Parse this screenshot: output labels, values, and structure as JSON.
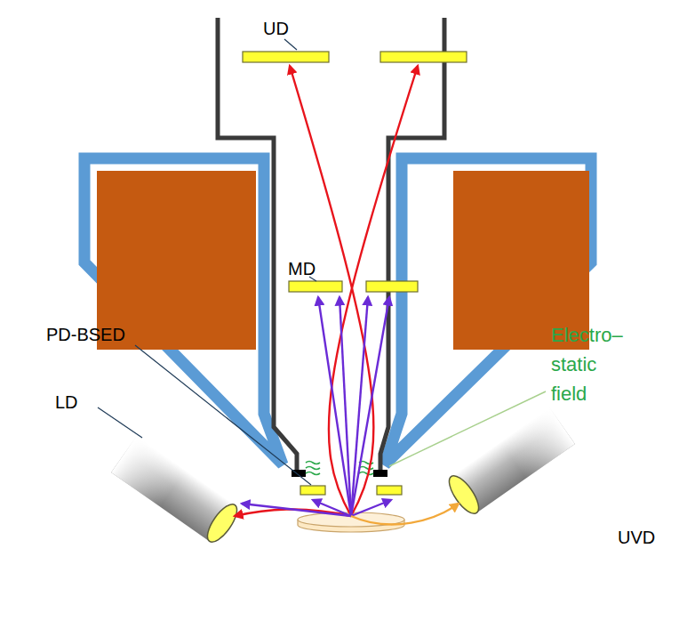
{
  "diagram": {
    "labels": [
      "UD",
      "MD",
      "PD-BSED",
      "LD",
      "UVD",
      "Electro– static field"
    ]
  }
}
